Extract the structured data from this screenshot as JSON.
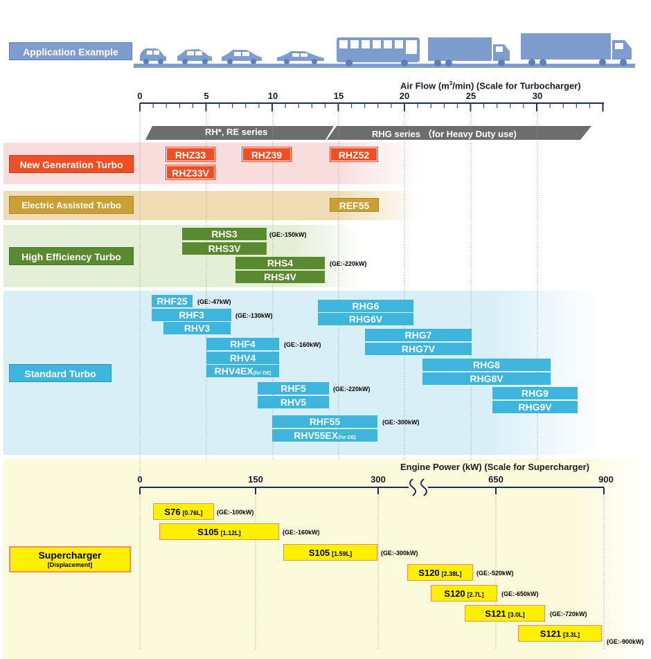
{
  "application": {
    "label": "Application Example",
    "vehicles": [
      "car-icon",
      "car-icon",
      "car-icon",
      "car-icon",
      "bus-icon",
      "truck-icon",
      "truck-icon"
    ]
  },
  "turbo_axis": {
    "title_pre": "Air Flow  (m",
    "title_sup": "3",
    "title_post": "/min) (Scale for Turbocharger)",
    "ticks": [
      "0",
      "5",
      "10",
      "15",
      "20",
      "25",
      "30"
    ],
    "range": [
      0,
      35
    ]
  },
  "series": {
    "rh_re": "RH*, RE series",
    "rhg": "RHG series （for Heavy Duty use)"
  },
  "categories": {
    "new_gen": "New Generation Turbo",
    "electric": "Electric Assisted Turbo",
    "high_eff": "High Efficiency Turbo",
    "standard": "Standard Turbo",
    "super_l1": "Supercharger",
    "super_l2": "[Displacement]"
  },
  "new_gen": {
    "rhz33": "RHZ33",
    "rhz33v": "RHZ33V",
    "rhz39": "RHZ39",
    "rhz52": "RHZ52"
  },
  "electric": {
    "ref55": "REF55"
  },
  "high_eff": {
    "rhs3": "RHS3",
    "rhs3_note": "(GE:-150kW)",
    "rhs3v": "RHS3V",
    "rhs4": "RHS4",
    "rhs4_note": "(GE:-220kW)",
    "rhs4v": "RHS4V"
  },
  "standard": {
    "rhf25": "RHF25",
    "rhf25_note": "(GE:-47kW)",
    "rhf3": "RHF3",
    "rhf3_note": "(GE:-130kW)",
    "rhv3": "RHV3",
    "rhf4": "RHF4",
    "rhf4_note": "(GE:-160kW)",
    "rhv4": "RHV4",
    "rhv4ex": "RHV4EX",
    "rhv4ex_sub": "(for DE)",
    "rhf5": "RHF5",
    "rhf5_note": "(GE:-220kW)",
    "rhv5": "RHV5",
    "rhf55": "RHF55",
    "rhf55_note": "(GE:-300kW)",
    "rhv55ex": "RHV55EX",
    "rhv55ex_sub": "(for DE)",
    "rhg6": "RHG6",
    "rhg6v": "RHG6V",
    "rhg7": "RHG7",
    "rhg7v": "RHG7V",
    "rhg8": "RHG8",
    "rhg8v": "RHG8V",
    "rhg9": "RHG9",
    "rhg9v": "RHG9V"
  },
  "super_axis": {
    "title": "Engine Power (kW) (Scale for Supercharger)",
    "ticks": [
      "0",
      "150",
      "300",
      "650",
      "900"
    ]
  },
  "supercharger": [
    {
      "name": "S76",
      "disp": "[0.76L]",
      "note": "(GE:-100kW)"
    },
    {
      "name": "S105",
      "disp": "[1.12L]",
      "note": "(GE:-160kW)"
    },
    {
      "name": "S105",
      "disp": "[1.59L]",
      "note": "(GE:-300kW)"
    },
    {
      "name": "S120",
      "disp": "[2.38L]",
      "note": "(GE:-520kW)"
    },
    {
      "name": "S120",
      "disp": "[2.7L]",
      "note": "(GE:-650kW)"
    },
    {
      "name": "S121",
      "disp": "[3.0L]",
      "note": "(GE:-720kW)"
    },
    {
      "name": "S121",
      "disp": "[3.3L]",
      "note": "(GE:-900kW)"
    }
  ],
  "colors": {
    "new_gen": "#f04e23",
    "electric": "#c9a033",
    "high_eff": "#5a8a2f",
    "standard": "#3db5dd",
    "supercharger": "#fff000",
    "vehicle": "#7e9dcf",
    "series_band": "#6d6d6d"
  }
}
